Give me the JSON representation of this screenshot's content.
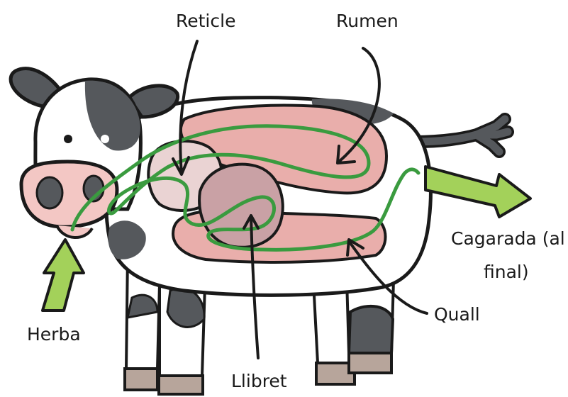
{
  "labels": {
    "reticle": "Reticle",
    "rumen": "Rumen",
    "cagarada_line1": "Cagarada (al",
    "cagarada_line2": "final)",
    "quall": "Quall",
    "herba": "Herba",
    "llibret": "Llibret"
  },
  "colors": {
    "outline": "#1a1a1a",
    "cow_body": "#ffffff",
    "cow_spots": "#55585c",
    "hooves": "#b7a59b",
    "nose": "#f3c7c4",
    "stomach": "#e9aeab",
    "stomach_dark": "#c9a1a5",
    "food_path": "#3a9b3f",
    "arrow_green": "#a3d15a"
  }
}
